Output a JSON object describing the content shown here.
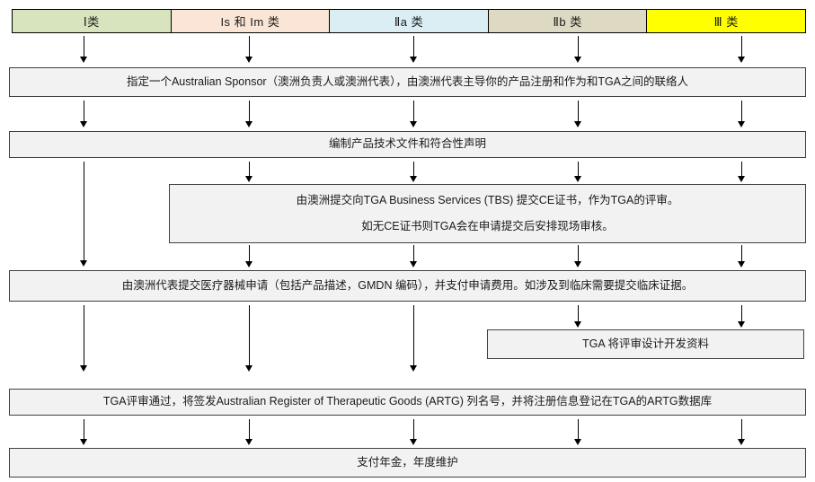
{
  "classes": [
    {
      "label": "Ⅰ类",
      "color": "#d7e4bd"
    },
    {
      "label": "Is 和 Im 类",
      "color": "#fbe5d6"
    },
    {
      "label": "Ⅱa 类",
      "color": "#dbeef4"
    },
    {
      "label": "Ⅱb 类",
      "color": "#ddd9c3"
    },
    {
      "label": "Ⅲ 类",
      "color": "#ffff00"
    }
  ],
  "steps": {
    "sponsor": "指定一个Australian Sponsor（澳洲负责人或澳洲代表），由澳洲代表主导你的产品注册和作为和TGA之间的联络人",
    "tech_docs": "编制产品技术文件和符合性声明",
    "tbs_line1": "由澳洲提交向TGA Business Services (TBS)  提交CE证书，作为TGA的评审。",
    "tbs_line2": "如无CE证书则TGA会在申请提交后安排现场审核。",
    "application": "由澳洲代表提交医疗器械申请（包括产品描述，GMDN 编码），并支付申请费用。如涉及到临床需要提交临床证据。",
    "design_review": "TGA 将评审设计开发资料",
    "artg_listing": "TGA评审通过，将签发Australian Register of Therapeutic Goods (ARTG) 列名号，并将注册信息登记在TGA的ARTG数据库",
    "annual_fee": "支付年金，年度维护"
  },
  "colors": {
    "process_box_fill": "#f2f2f2",
    "process_box_border": "#404040",
    "arrow": "#000000"
  }
}
